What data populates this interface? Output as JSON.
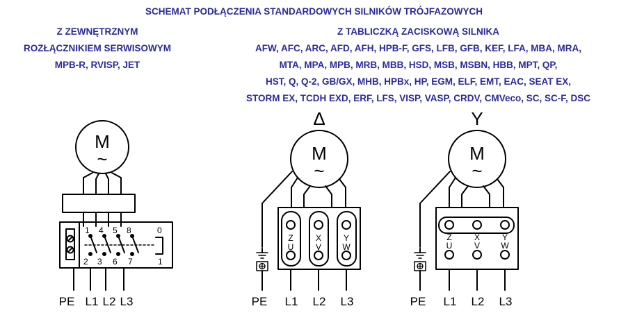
{
  "title": "SCHEMAT PODŁĄCZENIA STANDARDOWYCH SILNIKÓW TRÓJFAZOWYCH",
  "left_header": {
    "line1": "Z  ZEWNĘTRZNYM",
    "line2": "ROZŁĄCZNIKIEM SERWISOWYM",
    "line3": "MPB-R, RVISP, JET"
  },
  "right_header": {
    "line1": "Z TABLICZKĄ ZACISKOWĄ SILNIKA",
    "line2": "AFW, AFC, ARC, AFD, AFH, HPB-F, GFS, LFB, GFB, KEF, LFA, MBA, MRA,",
    "line3": "MTA, MPA, MPB, MRB, MBB, HSD, MSB, MSBN, HBB,  MPT, QP,",
    "line4": "HST, Q, Q-2, GB/GX, MHB, HPBx, HP, EGM, ELF, EMT, EAC, SEAT EX,",
    "line5": "STORM EX, TCDH EXD, ERF, LFS, VISP, VASP, CRDV, CMVeco, SC, SC-F, DSC"
  },
  "motor": {
    "letter": "M",
    "tilde": "~"
  },
  "delta": {
    "symbol": "Δ",
    "terminals": [
      "U",
      "V",
      "W",
      "Z",
      "X",
      "Y"
    ],
    "labels": [
      "PE",
      "L1",
      "L2",
      "L3"
    ]
  },
  "star": {
    "symbol": "Y",
    "terminals": [
      "U",
      "V",
      "W",
      "Z",
      "X",
      "Y"
    ],
    "labels": [
      "PE",
      "L1",
      "L2",
      "L3"
    ]
  },
  "switch": {
    "top_numbers": [
      "1",
      "4",
      "5",
      "8",
      "0"
    ],
    "bottom_numbers": [
      "2",
      "3",
      "6",
      "7",
      "1"
    ],
    "labels": [
      "PE",
      "L1",
      "L2",
      "L3"
    ]
  }
}
